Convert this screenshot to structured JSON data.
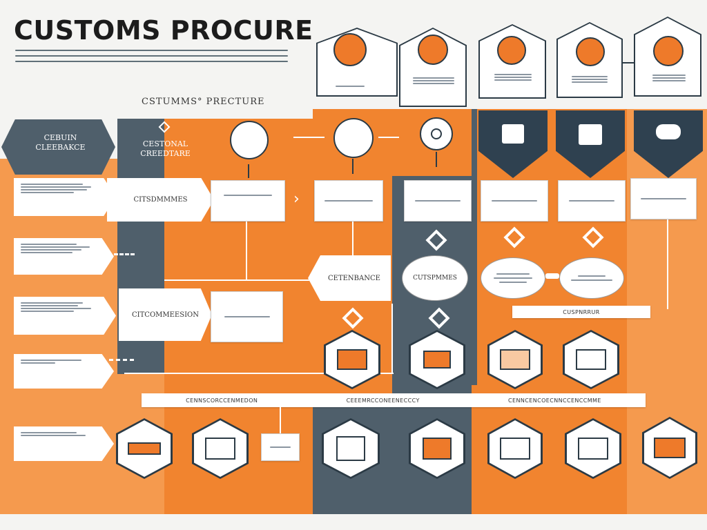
{
  "header": {
    "title": "CUSTOMS PROCURE",
    "subtitle": "CSTUMMS° PRECTURE"
  },
  "labels": {
    "left_banner": "CEBUIN CLEEBAKCE",
    "column_header": "CESTONAL CREEDTARE",
    "row_label_1": "CITSDMMMES",
    "row_label_2": "CITCOMMEESION",
    "oval_1": "CETENBANCE",
    "oval_2": "CUTSPMMES",
    "oval_3": "",
    "oval_4": "",
    "side_bar_label": "CUSPNRRUR",
    "bottom_bar_1": "CENNSCORCCENMEDON",
    "bottom_bar_2": "CEEEMRCCONEENECCCY",
    "bottom_bar_3": "CENNCENCOECNNCCENCCMME"
  },
  "colors": {
    "orange": "#f1842f",
    "slate": "#4f5f6b",
    "dark": "#2b3a45",
    "accent": "#ee7a2a"
  },
  "icons": [
    "tools-icon",
    "ship-icon",
    "truck-icon",
    "hammer-icon",
    "person-icon",
    "warehouse-icon",
    "crate-icon",
    "factory-icon",
    "container-icon",
    "shelter-icon",
    "forklift-icon",
    "storefront-icon"
  ]
}
